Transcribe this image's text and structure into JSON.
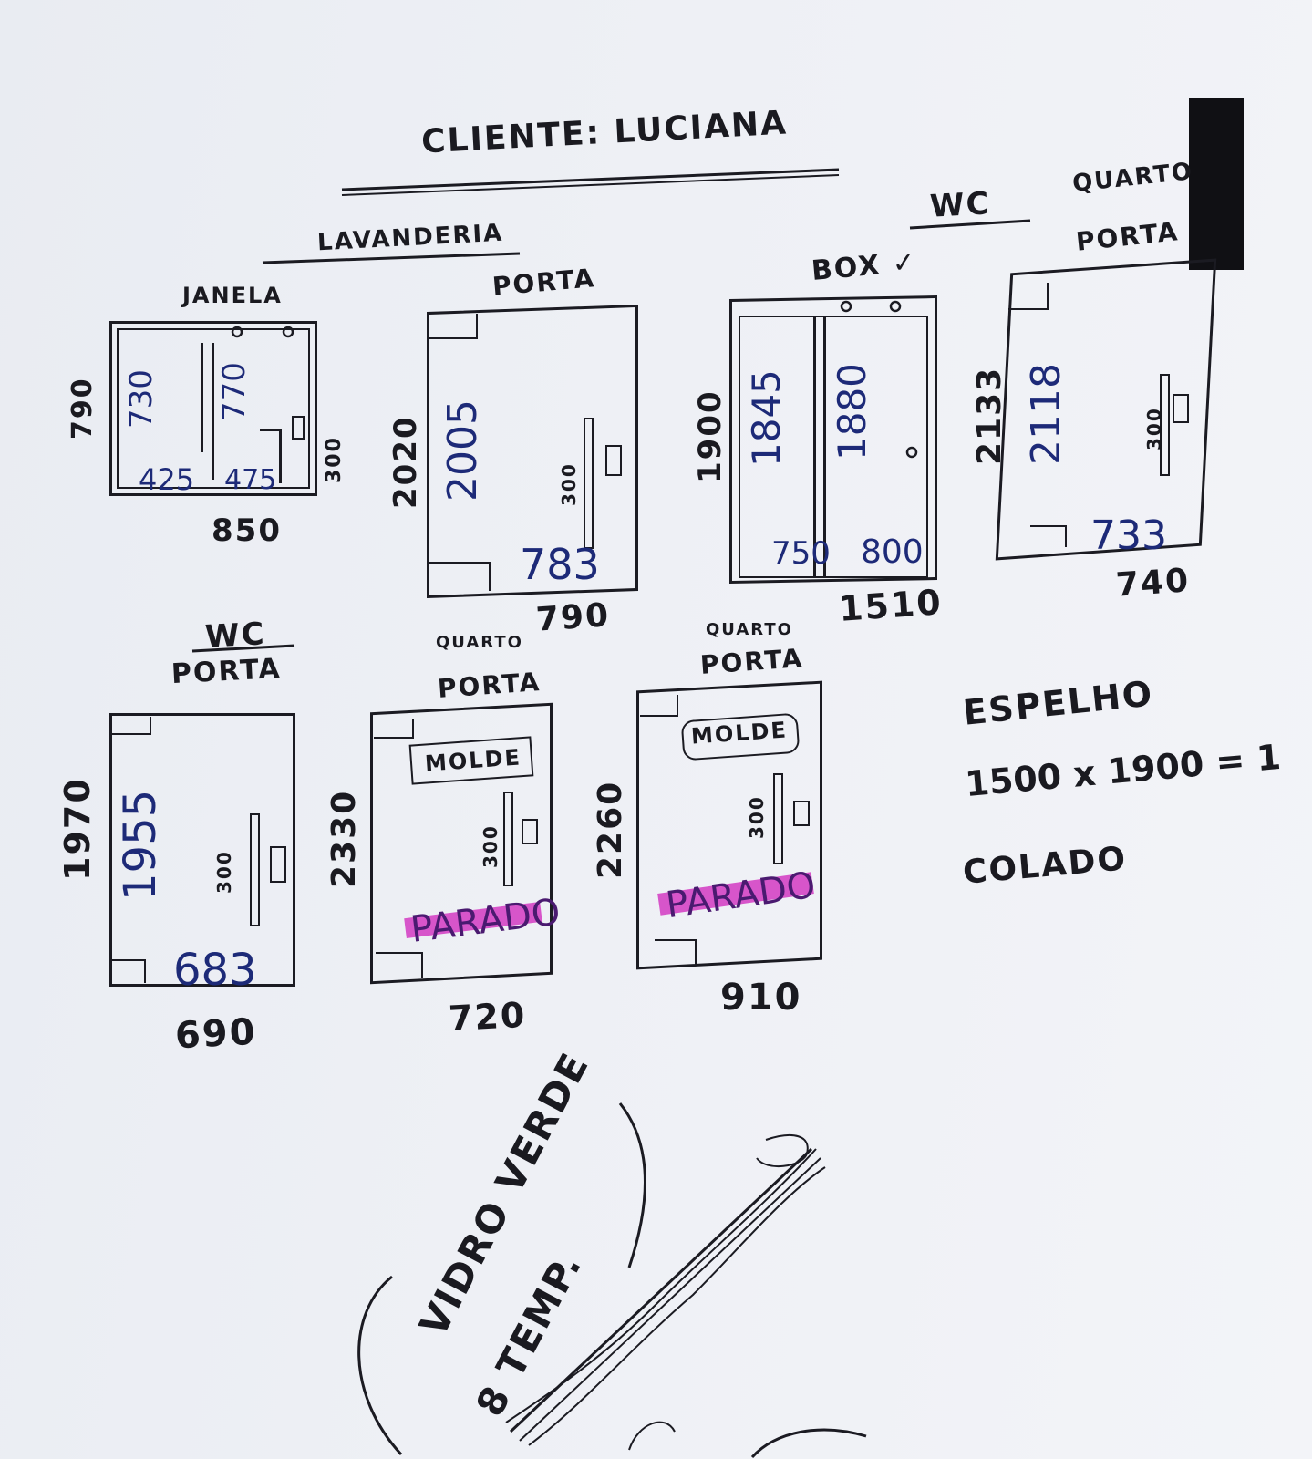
{
  "header": {
    "title": "CLIENTE: LUCIANA"
  },
  "sections": {
    "lavanderia": "LAVANDERIA",
    "wc_top": "WC",
    "wc_bottom": "WC"
  },
  "items": {
    "janela": {
      "label": "JANELA",
      "height": "790",
      "width": "850",
      "left_h": "730",
      "right_h": "770",
      "left_w": "425",
      "right_w": "475",
      "handle": "300"
    },
    "porta_lav": {
      "label": "PORTA",
      "height": "2020",
      "inner_h": "2005",
      "inner_w": "783",
      "width": "790",
      "handle": "300"
    },
    "box": {
      "label": "BOX ✓",
      "height": "1900",
      "left_h": "1845",
      "right_h": "1880",
      "left_w": "750",
      "right_w": "800",
      "width": "1510"
    },
    "porta_quarto_1": {
      "label_top": "QUARTO",
      "label": "PORTA",
      "height": "2133",
      "inner_h": "2118",
      "inner_w": "733",
      "width": "740",
      "handle": "300"
    },
    "porta_wc": {
      "label": "PORTA",
      "height": "1970",
      "inner_h": "1955",
      "inner_w": "683",
      "width": "690",
      "handle": "300"
    },
    "porta_quarto_2": {
      "label_top": "QUARTO",
      "label": "PORTA",
      "height": "2330",
      "molde": "MOLDE",
      "handle": "300",
      "status": "PARADO",
      "width": "720"
    },
    "porta_quarto_3": {
      "label_top": "QUARTO",
      "label": "PORTA",
      "height": "2260",
      "molde": "MOLDE",
      "handle": "300",
      "status": "PARADO",
      "width": "910"
    }
  },
  "notes": {
    "espelho": "ESPELHO",
    "dimensions": "1500 x 1900 = 1",
    "colado": "COLADO",
    "vidro_line1": "VIDRO VERDE",
    "vidro_line2": "8 TEMP."
  },
  "colors": {
    "ink": "#1b1b22",
    "blue_ink": "#1d2a78",
    "highlighter": "#d23ac2"
  }
}
